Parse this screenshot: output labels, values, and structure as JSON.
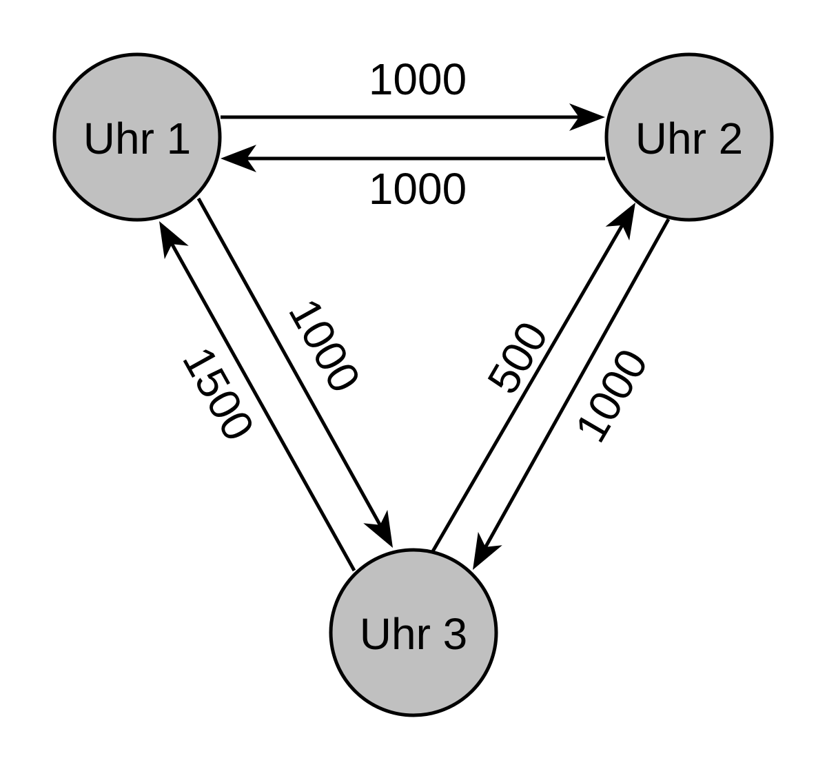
{
  "colors": {
    "node_fill": "#c0c0c0",
    "stroke": "#000000",
    "background": "#ffffff"
  },
  "nodes": [
    {
      "id": "uhr1",
      "label": "Uhr 1"
    },
    {
      "id": "uhr2",
      "label": "Uhr 2"
    },
    {
      "id": "uhr3",
      "label": "Uhr 3"
    }
  ],
  "edges": [
    {
      "from": "uhr1",
      "to": "uhr2",
      "label": "1000"
    },
    {
      "from": "uhr2",
      "to": "uhr1",
      "label": "1000"
    },
    {
      "from": "uhr1",
      "to": "uhr3",
      "label": "1000"
    },
    {
      "from": "uhr3",
      "to": "uhr1",
      "label": "1500"
    },
    {
      "from": "uhr3",
      "to": "uhr2",
      "label": "500"
    },
    {
      "from": "uhr2",
      "to": "uhr3",
      "label": "1000"
    }
  ]
}
